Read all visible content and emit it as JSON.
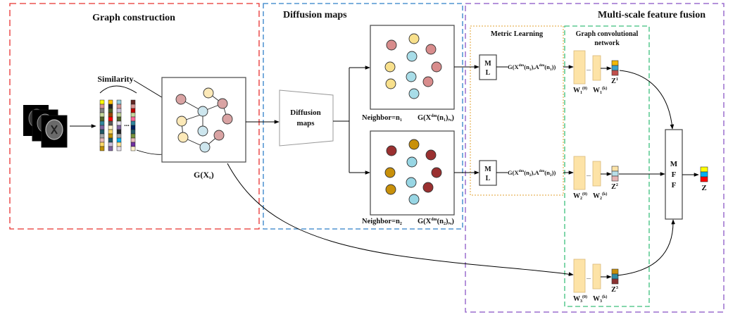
{
  "sections": {
    "graph_construction": {
      "title": "Graph construction",
      "border_color": "#e8302f"
    },
    "diffusion_maps": {
      "title": "Diffusion maps",
      "border_color": "#2f7fc8"
    },
    "multi_scale": {
      "title": "Multi-scale feature fusion",
      "border_color": "#9b6fce"
    },
    "metric_learning": {
      "title": "Metric Learning",
      "border_color": "#e0a030"
    },
    "gcn": {
      "title_line1": "Graph convolutional",
      "title_line2": "network",
      "border_color": "#3cbf7c"
    }
  },
  "labels": {
    "similarity": "Similarity",
    "ellipsis": "...",
    "graph_label": "G(X",
    "graph_label_sub": "s",
    "graph_label_end": ")",
    "diffusion_box_line1": "Diffusion",
    "diffusion_box_line2": "maps",
    "neighbor1": "Neighbor=n",
    "neighbor1_sub": "1",
    "neighbor2": "Neighbor=n",
    "neighbor2_sub": "2",
    "g_dm1": "G(X",
    "g_dm1_sup": "dm",
    "g_dm1_end": "(n",
    "g_dm1_sub": "1",
    "g_dm1_close": "),",
    "g_dm1_s": "s",
    "g_dm1_tail": ")",
    "g_dm2": "G(X",
    "g_dm2_sup": "dm",
    "g_dm2_end": "(n",
    "g_dm2_sub": "2",
    "g_dm2_close": "),",
    "g_dm2_s": "s",
    "g_dm2_tail": ")",
    "ml_line1": "M",
    "ml_line2": "L",
    "ml_out1": "G(X^dm(n1),A^dm(n1))",
    "ml_out2": "G(X^dm(n2),A^dm(n2))",
    "mff_line1": "M",
    "mff_line2": "F",
    "mff_line3": "F",
    "z_final": "Z",
    "gcn_rows": [
      {
        "w0": "W",
        "w0_sub": "1",
        "w0_sup": "(0)",
        "wk": "W",
        "wk_sub": "1",
        "wk_sup": "(k)",
        "z": "Z",
        "z_sup": "1"
      },
      {
        "w0": "W",
        "w0_sub": "2",
        "w0_sup": "(0)",
        "wk": "W",
        "wk_sub": "2",
        "wk_sup": "(k)",
        "z": "Z",
        "z_sup": "2"
      },
      {
        "w0": "W",
        "w0_sub": "3",
        "w0_sup": "(0)",
        "wk": "W",
        "wk_sub": "3",
        "wk_sup": "(k)",
        "z": "Z",
        "z_sup": "3"
      }
    ],
    "dots": "..."
  },
  "colors": {
    "node_pink": "#d9a3a3",
    "node_yellow": "#fce9b8",
    "node_blue": "#cde6ee",
    "dm1_pink": "#d88c8c",
    "dm1_yellow": "#f8e08c",
    "dm1_blue": "#a8dde8",
    "dm2_red": "#9a3030",
    "dm2_gold": "#c8900a",
    "dm2_blue": "#98d6e4",
    "layer_fill": "#fde3a7",
    "z1": [
      "#f2b705",
      "#3aa0c8",
      "#c0504d"
    ],
    "z2": [
      "#fde3a7",
      "#b9dfe9",
      "#e6b4b4"
    ],
    "z3": [
      "#c8900a",
      "#2f8aa0",
      "#8b3232"
    ],
    "z_final": [
      "#ffff00",
      "#00b0f0",
      "#ff0000"
    ]
  },
  "similarity_columns": [
    [
      "#ffff00",
      "#d99694",
      "#808080",
      "#c4d79b",
      "#4f6228",
      "#31859c",
      "#8064a2",
      "#215967",
      "#a6a6a6",
      "#e6b9b8",
      "#ffd966",
      "#bf9000"
    ],
    [
      "#ffc000",
      "#262626",
      "#4f6228",
      "#974706",
      "#ff0000",
      "#595959",
      "#fff2cc",
      "#ffd966",
      "#bf9000",
      "#215967",
      "#ccc0da",
      "#8064a2"
    ],
    [
      "#92cddc",
      "#d99694",
      "#ccc0da",
      "#c4d79b",
      "#4f6228",
      "#e6e0ec",
      "#8064a2",
      "#262626",
      "#a6a6a6",
      "#00b0f0",
      "#ffe699",
      "#e6e0ec"
    ],
    [
      "#632523",
      "#d99694",
      "#c00000",
      "#c4d79b",
      "#ff6699",
      "#31859c",
      "#002060",
      "#215967",
      "#77933c",
      "#e6b9b8",
      "#7030a0",
      "#fff2cc"
    ]
  ]
}
